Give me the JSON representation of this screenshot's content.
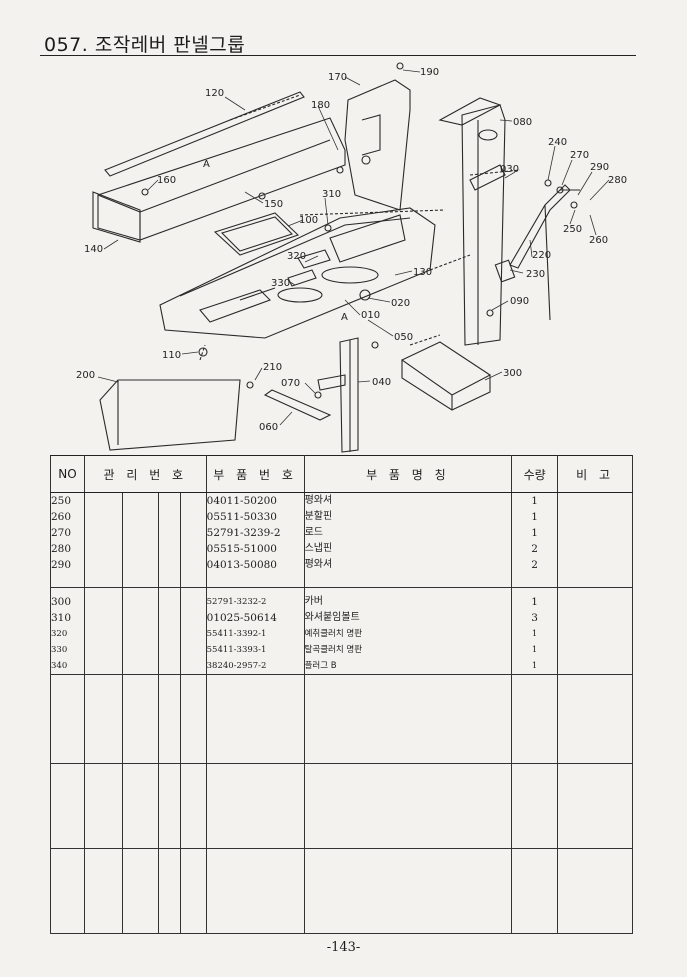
{
  "header": {
    "title": "057. 조작레버 판넬그룹"
  },
  "callouts": [
    "190",
    "170",
    "120",
    "180",
    "080",
    "240",
    "270",
    "030",
    "290",
    "280",
    "160",
    "A",
    "150",
    "310",
    "100",
    "250",
    "260",
    "320",
    "130",
    "220",
    "330",
    "230",
    "020",
    "090",
    "010",
    "A",
    "050",
    "110",
    "300",
    "210",
    "200",
    "070",
    "040",
    "060"
  ],
  "table": {
    "headers": {
      "no": "NO",
      "mgmt": "관 리 번 호",
      "part_no": "부 품 번 호",
      "name": "부 품 명 칭",
      "qty": "수량",
      "remarks": "비 고"
    },
    "groups": [
      {
        "rows": [
          {
            "no": "250",
            "part_no": "04011-50200",
            "name": "평와셔",
            "qty": "1"
          },
          {
            "no": "260",
            "part_no": "05511-50330",
            "name": "분할핀",
            "qty": "1"
          },
          {
            "no": "270",
            "part_no": "52791-3239-2",
            "name": "로드",
            "qty": "1"
          },
          {
            "no": "280",
            "part_no": "05515-51000",
            "name": "스냅핀",
            "qty": "2"
          },
          {
            "no": "290",
            "part_no": "04013-50080",
            "name": "평와셔",
            "qty": "2"
          }
        ]
      },
      {
        "rows": [
          {
            "no": "300",
            "part_no": "52791-3232-2",
            "name": "카버",
            "qty": "1"
          },
          {
            "no": "310",
            "part_no": "01025-50614",
            "name": "와셔붙임볼트",
            "qty": "3"
          },
          {
            "no": "320",
            "part_no": "55411-3392-1",
            "name": "예취클러치 명판",
            "qty": "1"
          },
          {
            "no": "330",
            "part_no": "55411-3393-1",
            "name": "탈곡클러치 명판",
            "qty": "1"
          },
          {
            "no": "340",
            "part_no": "38240-2957-2",
            "name": "플러그 B",
            "qty": "1"
          }
        ]
      },
      {
        "rows": []
      },
      {
        "rows": []
      },
      {
        "rows": []
      }
    ]
  },
  "footer": {
    "page": "-143-"
  }
}
